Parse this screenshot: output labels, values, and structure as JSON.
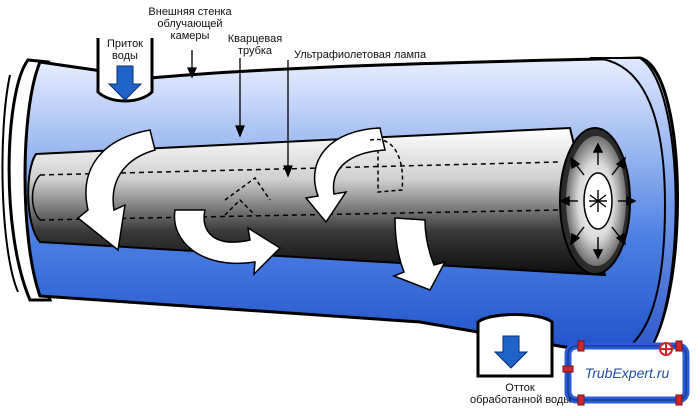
{
  "labels": {
    "water_inlet": [
      "Приток",
      "воды"
    ],
    "chamber_wall": [
      "Внешняя стенка",
      "облучающей",
      "камеры"
    ],
    "quartz_tube": [
      "Кварцевая",
      "трубка"
    ],
    "uv_lamp": "Ультрафиолетовая лампа",
    "water_outlet": [
      "Отток",
      "обработанной воды"
    ]
  },
  "logo": {
    "text": "TrubExpert.ru"
  },
  "colors": {
    "chamber_blue": "#2f5fd9",
    "chamber_light": "#e9f0ff",
    "lamp_dark": "#1a1a1a",
    "lamp_light": "#f2f2f2",
    "arrow_blue": "#1e63c7",
    "logo_pipe": "#2a5bd7",
    "logo_valve": "#d0262a"
  }
}
